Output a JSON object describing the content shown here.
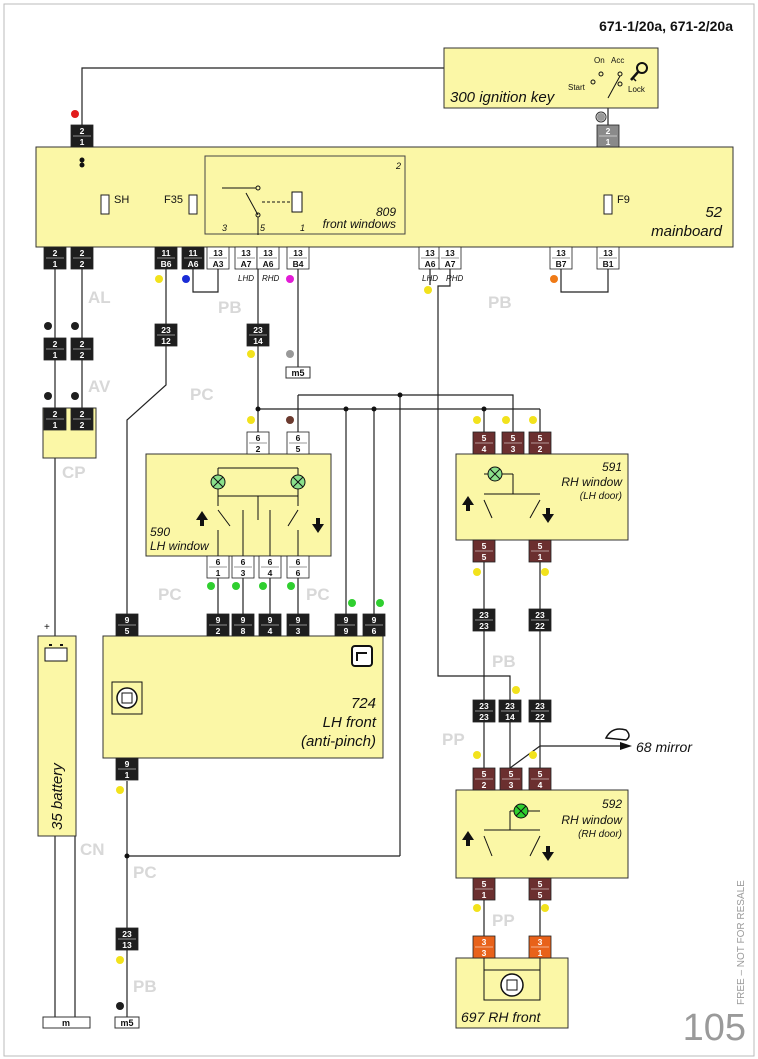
{
  "header": {
    "ref": "671-1/20a, 671-2/20a"
  },
  "page_number": "105",
  "side_text": "FREE – NOT FOR RESALE",
  "components": {
    "ignition": {
      "label": "300 ignition key",
      "on": "On",
      "acc": "Acc",
      "start": "Start",
      "lock": "Lock"
    },
    "mainboard": {
      "num": "52",
      "name": "mainboard"
    },
    "relay": {
      "num": "809",
      "name": "front windows",
      "t1": "1",
      "t2": "2",
      "t3": "3",
      "t5": "5"
    },
    "fuse_sh": "SH",
    "fuse_f35": "F35",
    "fuse_f9": "F9",
    "lh_window": {
      "label": "590",
      "name": "LH window"
    },
    "rh_window_lh": {
      "num": "591",
      "name": "RH window",
      "sub": "(LH door)"
    },
    "rh_window_rh": {
      "num": "592",
      "name": "RH window",
      "sub": "(RH door)"
    },
    "lh_front": {
      "num": "724",
      "name": "LH front",
      "sub": "(anti-pinch)"
    },
    "battery": {
      "label": "35 battery",
      "plus": "+"
    },
    "rh_front": {
      "label": "697 RH front"
    },
    "mirror": {
      "label": "68 mirror"
    },
    "ground_m": "m",
    "ground_m5a": "m5",
    "ground_m5b": "m5"
  },
  "harness_labels": {
    "al": "AL",
    "pb1": "PB",
    "av": "AV",
    "pc1": "PC",
    "pb2": "PB",
    "cp": "CP",
    "pc2": "PC",
    "pc3": "PC",
    "pb3": "PB",
    "pp1": "PP",
    "cn": "CN",
    "pc4": "PC",
    "pp2": "PP",
    "pb4": "PB"
  },
  "lhd_rhd": {
    "lhd": "LHD",
    "rhd": "RHD"
  },
  "connectors": {
    "ign": [
      "2",
      "1"
    ],
    "ign_gray": [
      "2",
      "1"
    ],
    "mb_2_1": [
      "2",
      "1"
    ],
    "mb_2_2": [
      "2",
      "2"
    ],
    "mb_11_b6": [
      "11",
      "B6"
    ],
    "mb_11_a6": [
      "11",
      "A6"
    ],
    "mb_13_a3": [
      "13",
      "A3"
    ],
    "mb_13_a7": [
      "13",
      "A7"
    ],
    "mb_13_a6": [
      "13",
      "A6"
    ],
    "mb_13_b4": [
      "13",
      "B4"
    ],
    "mb_13_a6b": [
      "13",
      "A6"
    ],
    "mb_13_a7b": [
      "13",
      "A7"
    ],
    "mb_13_b7": [
      "13",
      "B7"
    ],
    "mb_13_b1": [
      "13",
      "B1"
    ],
    "av_21": [
      "2",
      "1"
    ],
    "av_22": [
      "2",
      "2"
    ],
    "cp_21": [
      "2",
      "1"
    ],
    "cp_22": [
      "2",
      "2"
    ],
    "c2312": [
      "23",
      "12"
    ],
    "c2314": [
      "23",
      "14"
    ],
    "lw_62": [
      "6",
      "2"
    ],
    "lw_65": [
      "6",
      "5"
    ],
    "lw_61": [
      "6",
      "1"
    ],
    "lw_63": [
      "6",
      "3"
    ],
    "lw_64": [
      "6",
      "4"
    ],
    "lw_66": [
      "6",
      "6"
    ],
    "rw_54": [
      "5",
      "4"
    ],
    "rw_53": [
      "5",
      "3"
    ],
    "rw_52": [
      "5",
      "2"
    ],
    "rw_55": [
      "5",
      "5"
    ],
    "rw_51": [
      "5",
      "1"
    ],
    "a_95": [
      "9",
      "5"
    ],
    "a_92": [
      "9",
      "2"
    ],
    "a_98": [
      "9",
      "8"
    ],
    "a_94": [
      "9",
      "4"
    ],
    "a_93": [
      "9",
      "3"
    ],
    "a_99": [
      "9",
      "9"
    ],
    "a_96": [
      "9",
      "6"
    ],
    "a_91": [
      "9",
      "1"
    ],
    "pb_2323": [
      "23",
      "23"
    ],
    "pb_2322": [
      "23",
      "22"
    ],
    "pp_2323": [
      "23",
      "23"
    ],
    "pp_2314": [
      "23",
      "14"
    ],
    "pp_2322": [
      "23",
      "22"
    ],
    "r2_52": [
      "5",
      "2"
    ],
    "r2_53": [
      "5",
      "3"
    ],
    "r2_54": [
      "5",
      "4"
    ],
    "r2_51": [
      "5",
      "1"
    ],
    "r2_55": [
      "5",
      "5"
    ],
    "c2313": [
      "23",
      "13"
    ],
    "m_33": [
      "3",
      "3"
    ],
    "m_31": [
      "3",
      "1"
    ]
  },
  "colors": {
    "panel": "#fbf7a6",
    "connector_black": "#1e1e1e",
    "connector_brown": "#6b2f2f",
    "connector_orange": "#e8621a",
    "connector_gray": "#8a8a8a",
    "yellow_dot": "#f2e21c",
    "green_dot": "#2fcf2f",
    "red_dot": "#e21b1b",
    "blue_dot": "#1a2cd6",
    "magenta_dot": "#e21bd6",
    "orange_dot": "#ef7a16",
    "gray_dot": "#999999",
    "brown_dot": "#6b3a2e",
    "lamp_green": "#8be08b"
  }
}
